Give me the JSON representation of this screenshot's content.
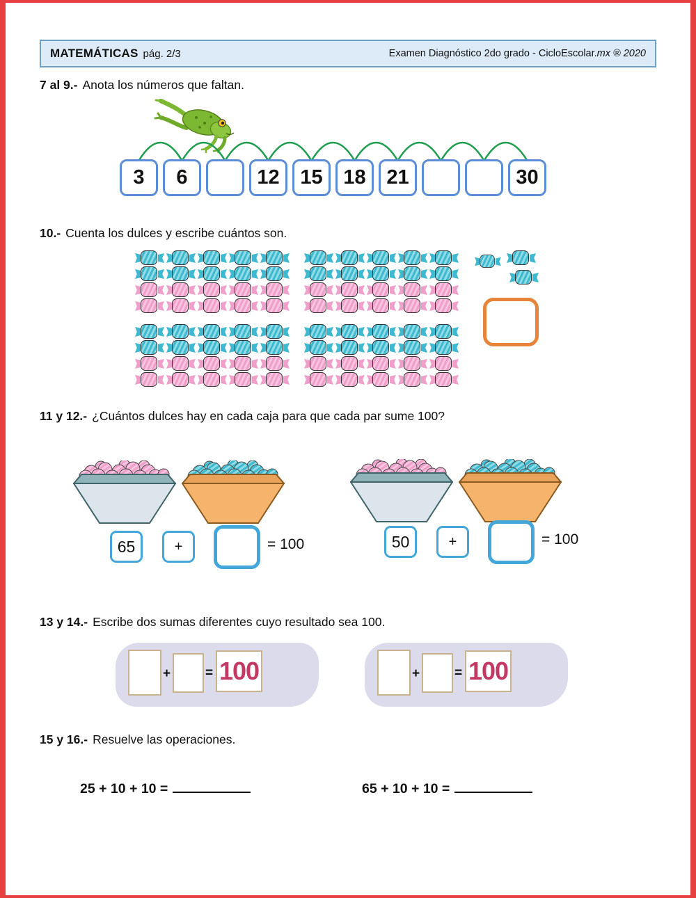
{
  "header": {
    "title": "MATEMÁTICAS",
    "page_info": "pág. 2/3",
    "right_text": "Examen Diagnóstico 2do grado - CicloEscolar.",
    "right_italic": "mx ® 2020"
  },
  "q7": {
    "label": "7 al 9.-",
    "prompt": "Anota los números que faltan.",
    "sequence": [
      "3",
      "6",
      "",
      "12",
      "15",
      "18",
      "21",
      "",
      "",
      "30"
    ]
  },
  "q10": {
    "label": "10.-",
    "prompt": "Cuenta los dulces y escribe cuántos son.",
    "columns": 10,
    "row_colors": [
      "blue",
      "blue",
      "pink",
      "pink",
      "blue",
      "blue",
      "pink",
      "pink"
    ],
    "extra_candies": [
      "blue",
      "blue",
      "blue"
    ]
  },
  "q11": {
    "label": "11 y 12.-",
    "prompt": "¿Cuántos dulces hay en cada caja para que cada par sume 100?",
    "plus": "+",
    "problems": [
      {
        "addend": "65",
        "result": "= 100"
      },
      {
        "addend": "50",
        "result": "= 100"
      }
    ]
  },
  "q13": {
    "label": "13 y 14.-",
    "prompt": "Escribe dos sumas diferentes cuyo resultado sea 100.",
    "plus": "+",
    "equals": "=",
    "sums": [
      {
        "result": "100"
      },
      {
        "result": "100"
      }
    ]
  },
  "q15": {
    "label": "15 y 16.-",
    "prompt": "Resuelve las operaciones.",
    "operations": [
      "25 + 10 + 10 =",
      "65 + 10 + 10 ="
    ]
  },
  "colors": {
    "frame_red": "#e64040",
    "candy_blue_body": "#8fdbe6",
    "candy_blue_stripe": "#3fb9cf",
    "candy_pink_body": "#f8c4df",
    "candy_pink_stripe": "#ee9fca",
    "bowl_gray_body": "#dde5ec",
    "bowl_gray_rim": "#8fb3b8",
    "bowl_gray_rim_dark": "#3f646a",
    "bowl_orange_body": "#f6b36b",
    "bowl_orange_rim": "#e9a25c",
    "bowl_orange_rim_dark": "#8a5a20",
    "numline_box_border": "#5b8ed6",
    "arc_green": "#1f9e50",
    "equation_box_border": "#44a7d9",
    "orange_box_border": "#e8833a",
    "result_red": "#c23a64"
  }
}
